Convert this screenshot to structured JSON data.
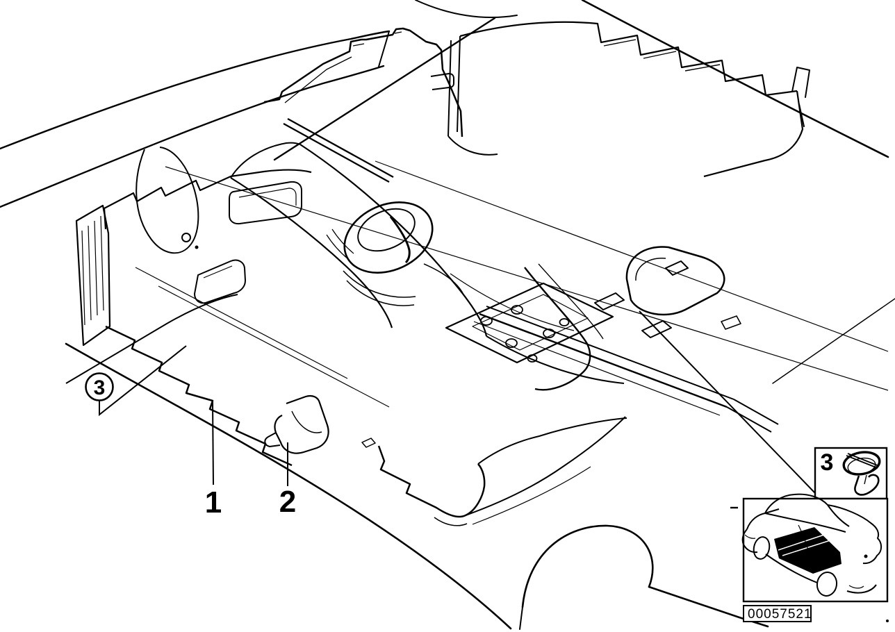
{
  "diagram": {
    "type": "vehicle-parts-line-diagram",
    "subject": "floor covering / interior carpet panels, perspective line art",
    "callouts": {
      "front_floor_covering": "1",
      "rear_floor_covering": "2",
      "fastener_circled": "3",
      "fastener_inset": "3"
    },
    "part_number": "00057521",
    "icons": {
      "fastener": "expanding-rivet-icon",
      "car_thumbnail": "car-rear-three-quarter-floor-highlight-icon"
    },
    "colors": {
      "line": "#000000",
      "background": "#ffffff",
      "floor_highlight_fill": "#000000"
    }
  }
}
